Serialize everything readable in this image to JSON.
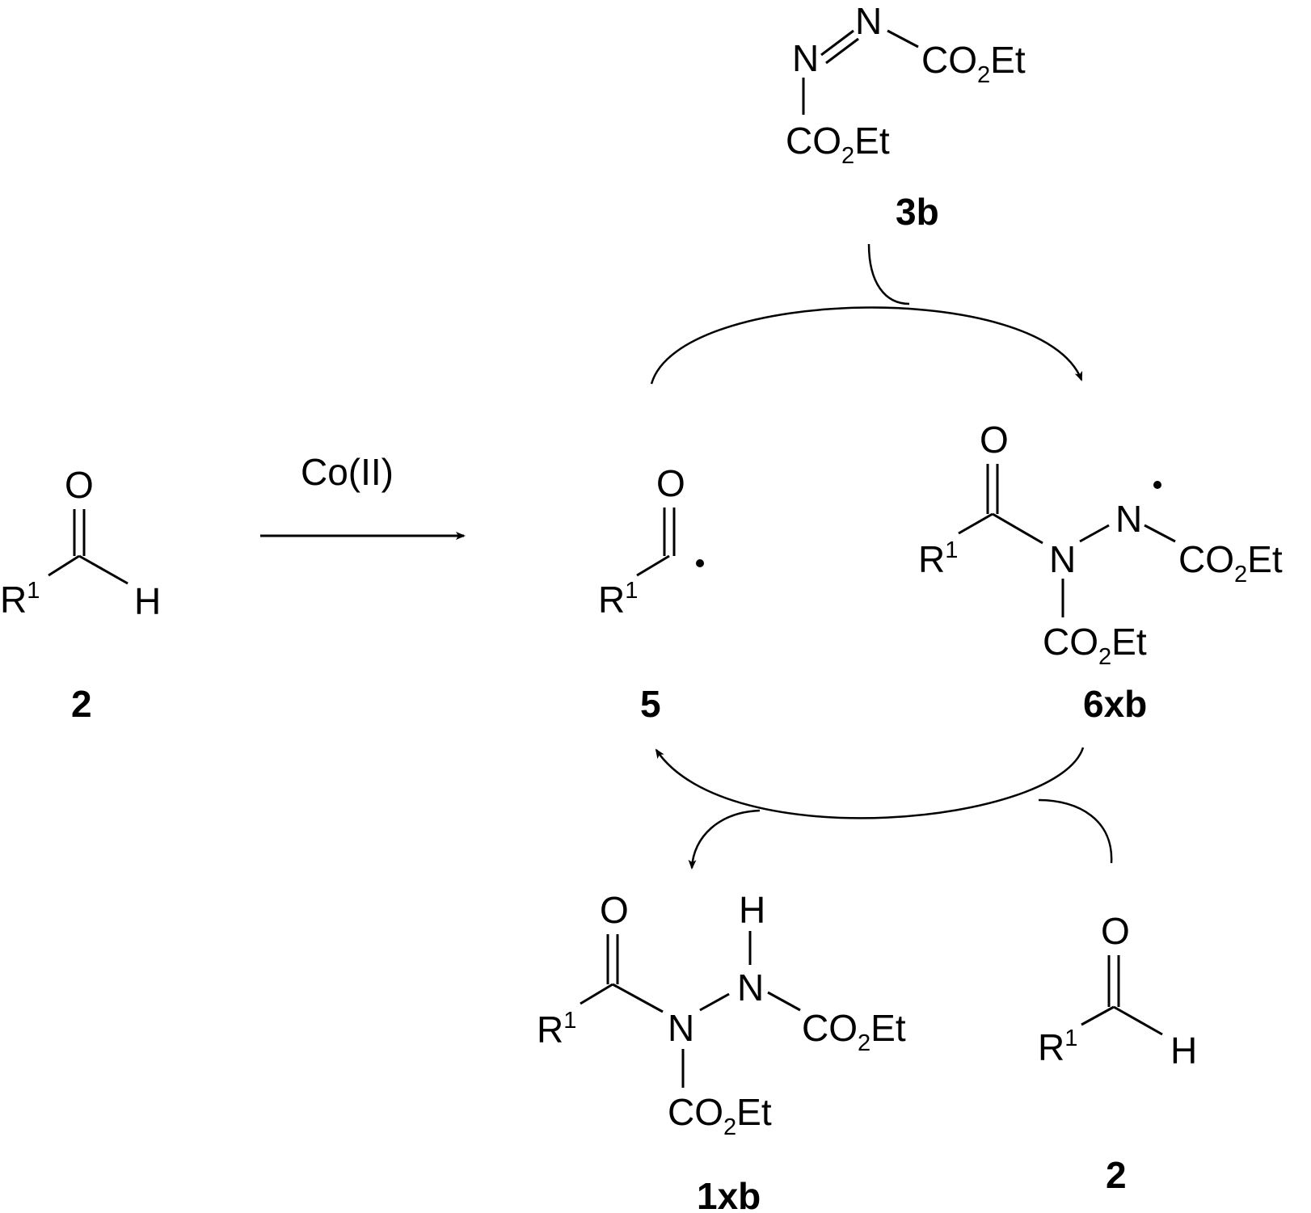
{
  "compounds": {
    "aldehyde_left": {
      "label": "2"
    },
    "radical_5": {
      "label": "5"
    },
    "reagent_3b": {
      "label": "3b"
    },
    "radical_6xb": {
      "label": "6xb"
    },
    "product_1xb": {
      "label": "1xb"
    },
    "aldehyde_bottom": {
      "label": "2"
    }
  },
  "atoms": {
    "O": "O",
    "H": "H",
    "N": "N",
    "R": "R",
    "one": "1",
    "CO": "CO",
    "two": "2",
    "Et": "Et"
  },
  "reaction_arrow": {
    "reagent": "Co(II)"
  },
  "colors": {
    "ink": "#000000",
    "background": "#ffffff"
  }
}
